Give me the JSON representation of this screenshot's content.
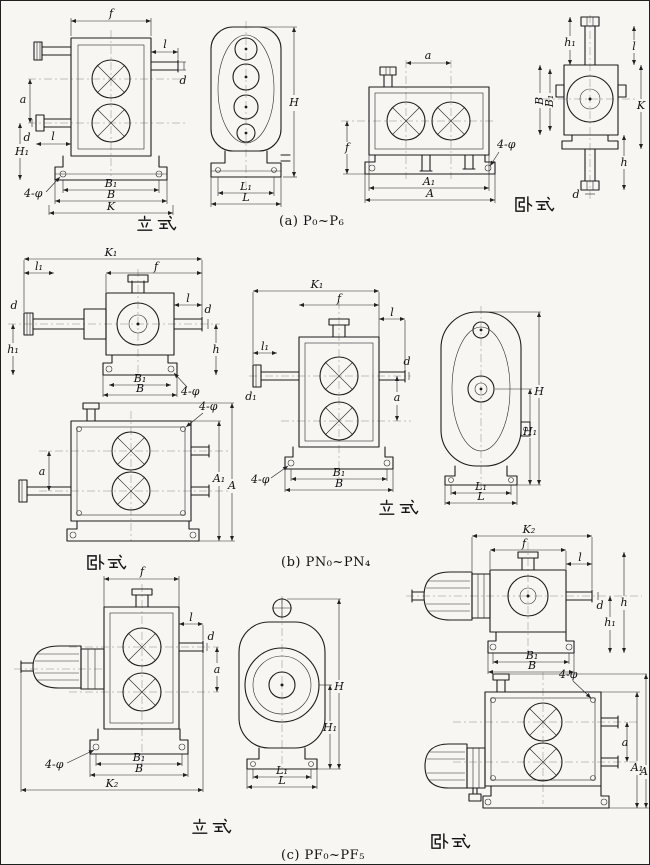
{
  "figure": {
    "captions": {
      "a": "(a) P₀~P₆",
      "b": "(b) PN₀~PN₄",
      "c": "(c) PF₀~PF₅"
    },
    "orientation": {
      "vertical": "立式",
      "horizontal": "卧式"
    },
    "dims": {
      "f": "f",
      "l": "l",
      "l1": "l₁",
      "d": "d",
      "d1": "d₁",
      "a": "a",
      "h": "h",
      "h1": "h₁",
      "H": "H",
      "H1": "H₁",
      "B": "B",
      "B1": "B₁",
      "K": "K",
      "K1": "K₁",
      "K2": "K₂",
      "L": "L",
      "L1": "L₁",
      "A": "A",
      "A1": "A₁",
      "bolt_holes": "4-φ"
    }
  }
}
